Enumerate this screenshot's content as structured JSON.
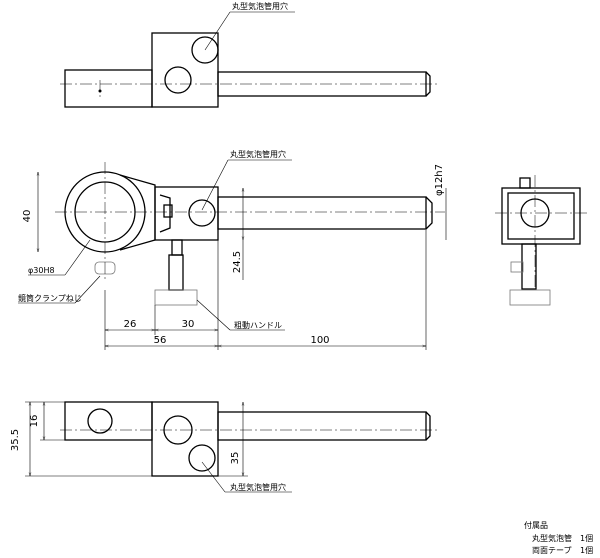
{
  "labels": {
    "level_hole_top": "丸型気泡管用穴",
    "level_hole_front": "丸型気泡管用穴",
    "level_hole_bottom": "丸型気泡管用穴",
    "bore": "φ30H8",
    "clamp_screw": "鏡筒クランプねじ",
    "coarse_handle": "粗動ハンドル",
    "rod_dia": "φ12h7"
  },
  "dimensions": {
    "ring_height": "40",
    "offset": "24.5",
    "d26": "26",
    "d30": "30",
    "d56": "56",
    "d100": "100",
    "d16": "16",
    "d35_5": "35.5",
    "d35": "35"
  },
  "accessories": {
    "title": "付属品",
    "items": [
      {
        "name": "丸型気泡管",
        "qty": "1個"
      },
      {
        "name": "両面テープ",
        "qty": "1個"
      }
    ]
  }
}
